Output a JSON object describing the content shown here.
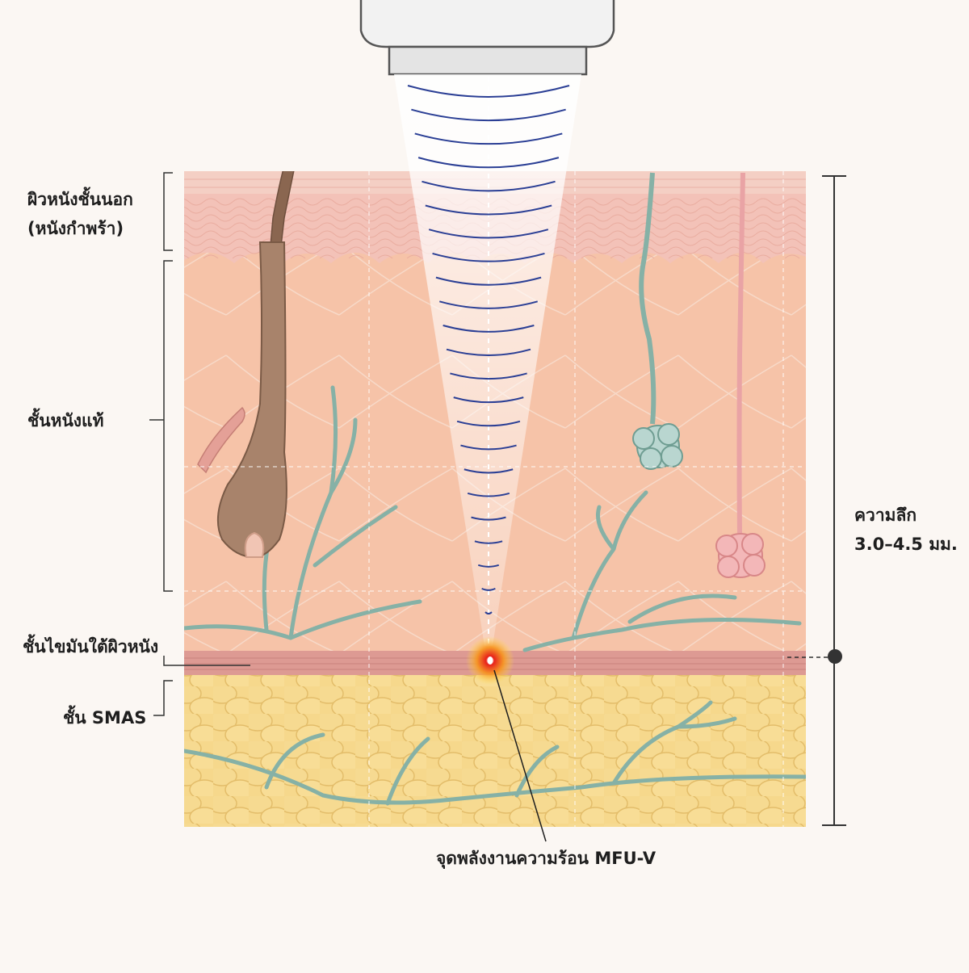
{
  "labels": {
    "epidermis_line1": "ผิวหนังชั้นนอก",
    "epidermis_line2": "(หนังกำพร้า)",
    "dermis": "ชั้นหนังแท้",
    "subcutaneous": "ชั้นไขมันใต้ผิวหนัง",
    "smas": "ชั้น SMAS",
    "depth_line1": "ความลึก",
    "depth_line2": "3.0–4.5 มม.",
    "focal_point": "จุดพลังงานความร้อน MFU-V"
  },
  "colors": {
    "background": "#fbf7f3",
    "epidermis": "#f3c2b8",
    "dermis": "#f6c3a8",
    "muscle_band": "#dd9a93",
    "fat": "#f6d88c",
    "vessel": "#86b1a6",
    "wave": "#2b3f95",
    "hot_spot": "#e8231c",
    "hair": "#8a6650",
    "gland_blue": "#b9d6d0",
    "gland_pink": "#f3b7b8"
  }
}
